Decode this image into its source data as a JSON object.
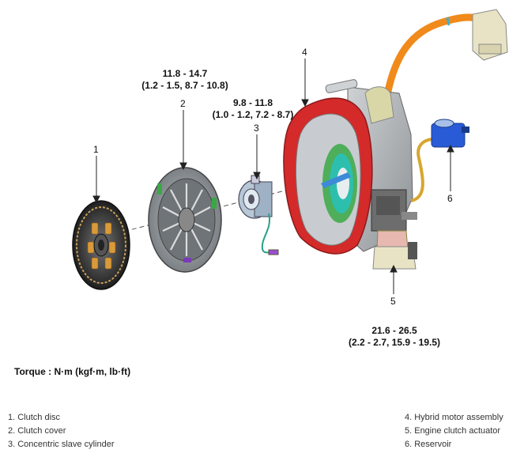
{
  "torques": {
    "clutch_cover": {
      "line1": "11.8 - 14.7",
      "line2": "(1.2 - 1.5, 8.7 - 10.8)"
    },
    "slave_cylinder": {
      "line1": "9.8 - 11.8",
      "line2": "(1.0 - 1.2, 7.2 - 8.7)"
    },
    "actuator": {
      "line1": "21.6 - 26.5",
      "line2": "(2.2 - 2.7, 15.9 - 19.5)"
    }
  },
  "callouts": [
    "1",
    "2",
    "3",
    "4",
    "5",
    "6"
  ],
  "torque_note": "Torque : N·m (kgf·m, lb·ft)",
  "legend_left": [
    "1. Clutch disc",
    "2. Clutch cover",
    "3. Concentric slave cylinder"
  ],
  "legend_right": [
    "4. Hybrid motor assembly",
    "5. Engine clutch actuator",
    "6. Reservoir"
  ],
  "colors": {
    "housing_red": "#d42a2a",
    "cable_orange": "#f08a1a",
    "reservoir_blue": "#2a5bd6",
    "hose_yellow": "#d8a630"
  }
}
